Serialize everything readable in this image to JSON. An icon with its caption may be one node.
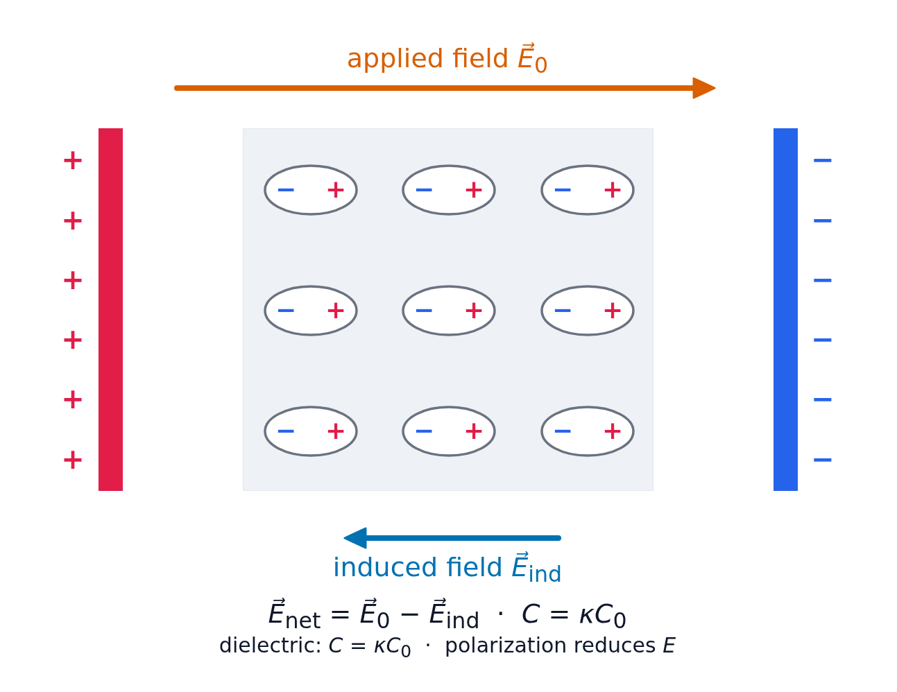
{
  "diagram": {
    "nodes": [
      {
        "text": [],
        "shape": "bar",
        "beside": [
          "+",
          "+",
          "+",
          "+",
          "+",
          "+"
        ]
      },
      {
        "text": [],
        "shape": "box"
      },
      {
        "text": [
          "−",
          "+"
        ],
        "in": 1
      },
      {
        "text": [
          "−",
          "+"
        ],
        "in": 1
      },
      {
        "text": [
          "−",
          "+"
        ],
        "in": 1
      },
      {
        "text": [
          "−",
          "+"
        ],
        "in": 1
      },
      {
        "text": [
          "−",
          "+"
        ],
        "in": 1
      },
      {
        "text": [
          "−",
          "+"
        ],
        "in": 1
      },
      {
        "text": [
          "−",
          "+"
        ],
        "in": 1
      },
      {
        "text": [
          "−",
          "+"
        ],
        "in": 1
      },
      {
        "text": [
          "−",
          "+"
        ],
        "in": 1
      },
      {
        "text": [],
        "shape": "bar",
        "beside": [
          "−",
          "−",
          "−",
          "−",
          "−",
          "−"
        ]
      }
    ],
    "edges": [],
    "labels": [
      "applied field *E⃗*$_{0}$",
      "induced field *E⃗*$_{ind}$",
      "*E⃗*$_{net}$ = *E⃗*$_{0}$ − *E⃗*$_{ind}$  ·  *C* = *κC*$_{0}$",
      "dielectric: *C* = *κC*$_{0}$  ·  polarization reduces *E*"
    ]
  }
}
